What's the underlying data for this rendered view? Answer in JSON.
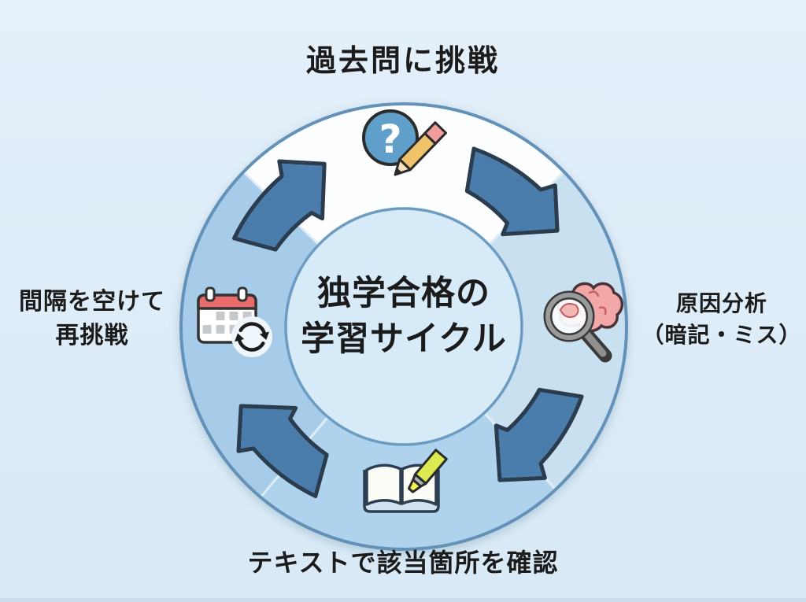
{
  "title": {
    "line1": "独学合格の",
    "line2": "学習サイクル"
  },
  "steps": [
    {
      "position": "top",
      "label": "過去問に挑戦",
      "icon": "question-pencil-icon"
    },
    {
      "position": "right",
      "label_line1": "原因分析",
      "label_line2": "（暗記・ミス）",
      "icon": "magnifier-brain-icon"
    },
    {
      "position": "bottom",
      "label": "テキストで該当箇所を確認",
      "icon": "book-highlighter-icon"
    },
    {
      "position": "left",
      "label_line1": "間隔を空けて",
      "label_line2": "再挑戦",
      "icon": "calendar-refresh-icon"
    }
  ],
  "icons": {
    "question_glyph": "?"
  },
  "cycle": {
    "direction": "clockwise",
    "arrow_count": 4
  },
  "colors": {
    "page_bg_top": "#e4f0fa",
    "page_bg_bottom": "#d8eaf6",
    "ring_segment_top": "#fdfeff",
    "ring_segment_right": "#c9e0f1",
    "ring_segment_bottom": "#afd3ec",
    "ring_segment_left": "#a6cce9",
    "ring_border": "#6391b8",
    "separator": "#dfedf8",
    "inner_fill": "#d7eaf8",
    "inner_border": "#6d9cc2",
    "arrow_fill": "#4a7dab",
    "arrow_outline": "#2a3c4e",
    "text_color": "#1b1b1b",
    "bottom_strip": "#ccdeed",
    "icon_blue": "#5f9fca",
    "icon_red": "#e96c6c",
    "icon_pink": "#f3a8a8",
    "icon_pencil": "#f0c36a",
    "icon_highlighter": "#dcea52"
  }
}
